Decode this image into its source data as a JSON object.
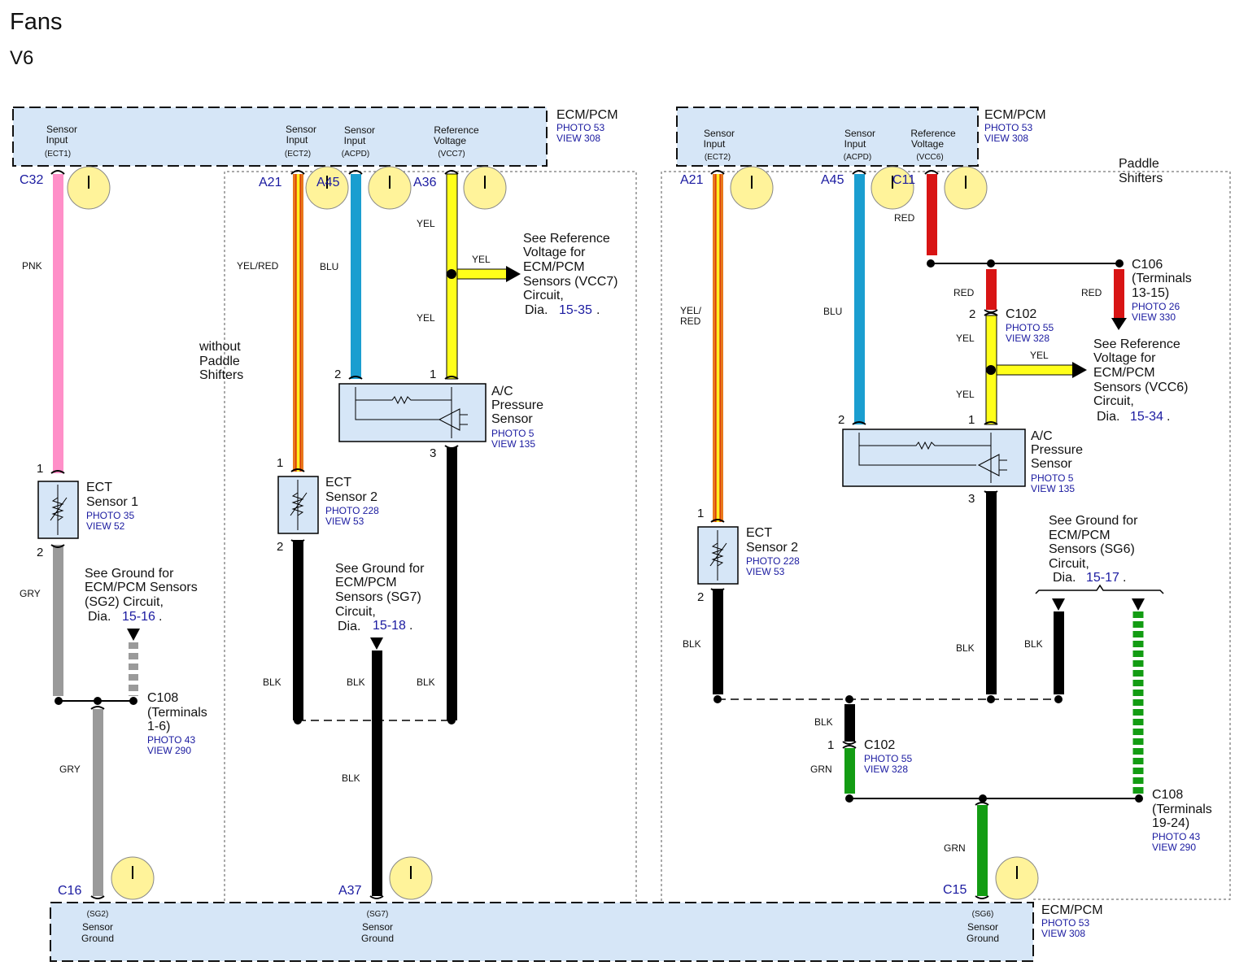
{
  "title": "Fans",
  "subtitle": "V6",
  "ecm_label": "ECM/PCM",
  "photo53": "PHOTO 53",
  "view308": "VIEW 308",
  "sensor_input": [
    "Sensor",
    "Input"
  ],
  "reference_voltage": [
    "Reference",
    "Voltage"
  ],
  "sensor_ground": [
    "Sensor",
    "Ground"
  ],
  "codes": {
    "ect1": "(ECT1)",
    "ect2": "(ECT2)",
    "acpd": "(ACPD)",
    "vcc7": "(VCC7)",
    "vcc6": "(VCC6)",
    "sg2": "(SG2)",
    "sg7": "(SG7)",
    "sg6": "(SG6)"
  },
  "pins": {
    "c32": "C32",
    "a21": "A21",
    "a45": "A45",
    "a36": "A36",
    "c11": "C11",
    "c16": "C16",
    "a37": "A37",
    "c15": "C15"
  },
  "wire_colors": {
    "pnk": "PNK",
    "yelred": "YEL/RED",
    "yelred_split": [
      "YEL/",
      "RED"
    ],
    "blu": "BLU",
    "yel": "YEL",
    "gry": "GRY",
    "blk": "BLK",
    "red": "RED",
    "grn": "GRN"
  },
  "hex": {
    "pnk": "#ff8fc8",
    "yel": "#ffff1a",
    "blu": "#1a9ed0",
    "gry": "#9a9a9a",
    "blk": "#000000",
    "red": "#d81414",
    "grn": "#139c13",
    "orange": "#e8781a",
    "panel": "#d6e6f7",
    "clock": "#fff39a"
  },
  "ect1": {
    "name": [
      "ECT",
      "Sensor 1"
    ],
    "photo": "PHOTO 35",
    "view": "VIEW 52"
  },
  "ect2": {
    "name": [
      "ECT",
      "Sensor 2"
    ],
    "photo": "PHOTO 228",
    "view": "VIEW 53"
  },
  "acps": {
    "name": [
      "A/C",
      "Pressure",
      "Sensor"
    ],
    "photo": "PHOTO 5",
    "view": "VIEW 135"
  },
  "see_vcc7": {
    "lines": [
      "See Reference",
      "Voltage for",
      "ECM/PCM",
      "Sensors (VCC7)",
      "Circuit,"
    ],
    "dia": "Dia.",
    "ref": "15-35",
    "dot": "."
  },
  "see_vcc6": {
    "lines": [
      "See Reference",
      "Voltage for",
      "ECM/PCM",
      "Sensors (VCC6)",
      "Circuit,"
    ],
    "dia": "Dia.",
    "ref": "15-34",
    "dot": "."
  },
  "see_sg2": {
    "lines": [
      "See Ground for",
      "ECM/PCM Sensors",
      "(SG2) Circuit,"
    ],
    "dia": "Dia.",
    "ref": "15-16",
    "dot": "."
  },
  "see_sg7": {
    "lines": [
      "See Ground for",
      "ECM/PCM",
      "Sensors (SG7)",
      "Circuit,"
    ],
    "dia": "Dia.",
    "ref": "15-18",
    "dot": "."
  },
  "see_sg6": {
    "lines": [
      "See Ground for",
      "ECM/PCM",
      "Sensors (SG6)",
      "Circuit,"
    ],
    "dia": "Dia.",
    "ref": "15-17",
    "dot": "."
  },
  "without_paddle": [
    "without",
    "Paddle",
    "Shifters"
  ],
  "paddle_shifters": [
    "Paddle",
    "Shifters"
  ],
  "c108a": {
    "name": "C108",
    "lines": [
      "(Terminals",
      "1-6)"
    ],
    "photo": "PHOTO 43",
    "view": "VIEW 290"
  },
  "c108b": {
    "name": "C108",
    "lines": [
      "(Terminals",
      "19-24)"
    ],
    "photo": "PHOTO 43",
    "view": "VIEW 290"
  },
  "c106": {
    "name": "C106",
    "lines": [
      "(Terminals",
      "13-15)"
    ],
    "photo": "PHOTO 26",
    "view": "VIEW 330"
  },
  "c102": {
    "name": "C102",
    "photo": "PHOTO 55",
    "view": "VIEW 328"
  },
  "nums": {
    "n1": "1",
    "n2": "2",
    "n3": "3"
  }
}
